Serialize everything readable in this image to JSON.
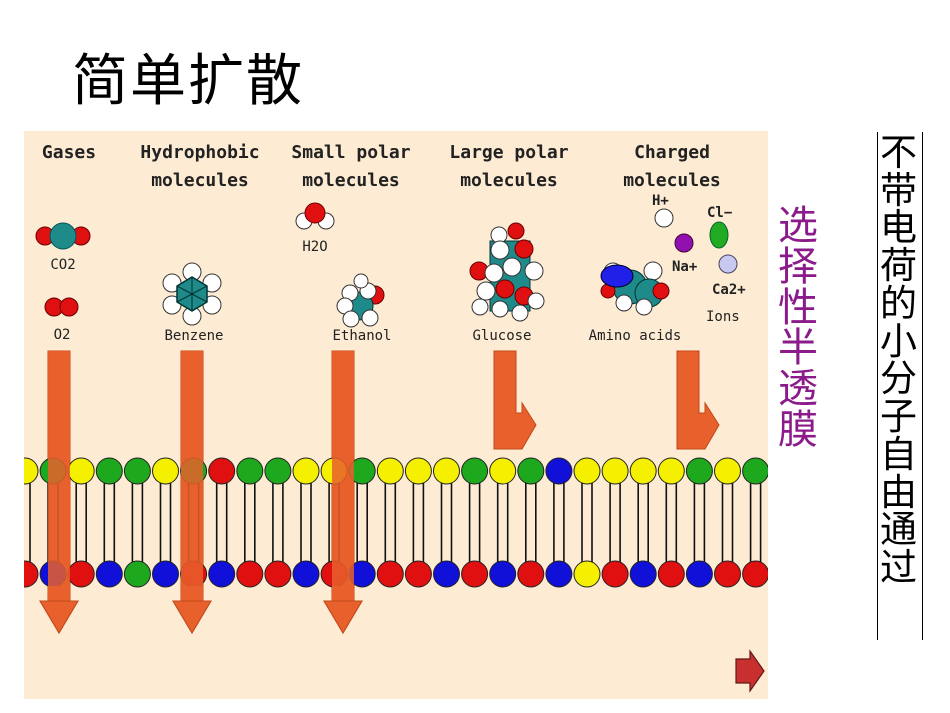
{
  "title": "简单扩散",
  "side_label_purple": [
    "选",
    "择",
    "性",
    "半",
    "透",
    "膜"
  ],
  "side_label_black": [
    "不",
    "带",
    "电",
    "荷",
    "的",
    "小",
    "分",
    "子",
    "自",
    "由",
    "通",
    "过"
  ],
  "columns": [
    {
      "line1": "Gases",
      "line2": ""
    },
    {
      "line1": "Hydrophobic",
      "line2": "molecules"
    },
    {
      "line1": "Small polar",
      "line2": "molecules"
    },
    {
      "line1": "Large polar",
      "line2": "molecules"
    },
    {
      "line1": "Charged",
      "line2": "molecules"
    }
  ],
  "molecules": {
    "co2": "CO2",
    "o2": "O2",
    "benzene": "Benzene",
    "h2o": "H2O",
    "ethanol": "Ethanol",
    "glucose": "Glucose",
    "amino_acids": "Amino acids"
  },
  "ions": {
    "h": "H+",
    "cl": "Cl−",
    "na": "Na+",
    "ca": "Ca2+",
    "ions_label": "Ions"
  },
  "colors": {
    "panel_bg": "#fdebd3",
    "arrow": "#e8602c",
    "head_yellow": "#f4f000",
    "head_green": "#1ea81e",
    "head_red": "#e01010",
    "head_blue": "#1010d8",
    "purple_text": "#8b1a8b"
  },
  "membrane": {
    "top_row": [
      "y",
      "g",
      "y",
      "g",
      "g",
      "y",
      "g",
      "r",
      "g",
      "g",
      "y",
      "y",
      "g",
      "y",
      "y",
      "y",
      "g",
      "y",
      "g",
      "b",
      "y",
      "y",
      "y",
      "y",
      "g",
      "y",
      "g"
    ],
    "bottom_row": [
      "r",
      "b",
      "r",
      "b",
      "g",
      "b",
      "r",
      "b",
      "r",
      "r",
      "b",
      "r",
      "b",
      "r",
      "r",
      "b",
      "r",
      "b",
      "r",
      "b",
      "y",
      "r",
      "b",
      "r",
      "b",
      "r",
      "r"
    ]
  }
}
